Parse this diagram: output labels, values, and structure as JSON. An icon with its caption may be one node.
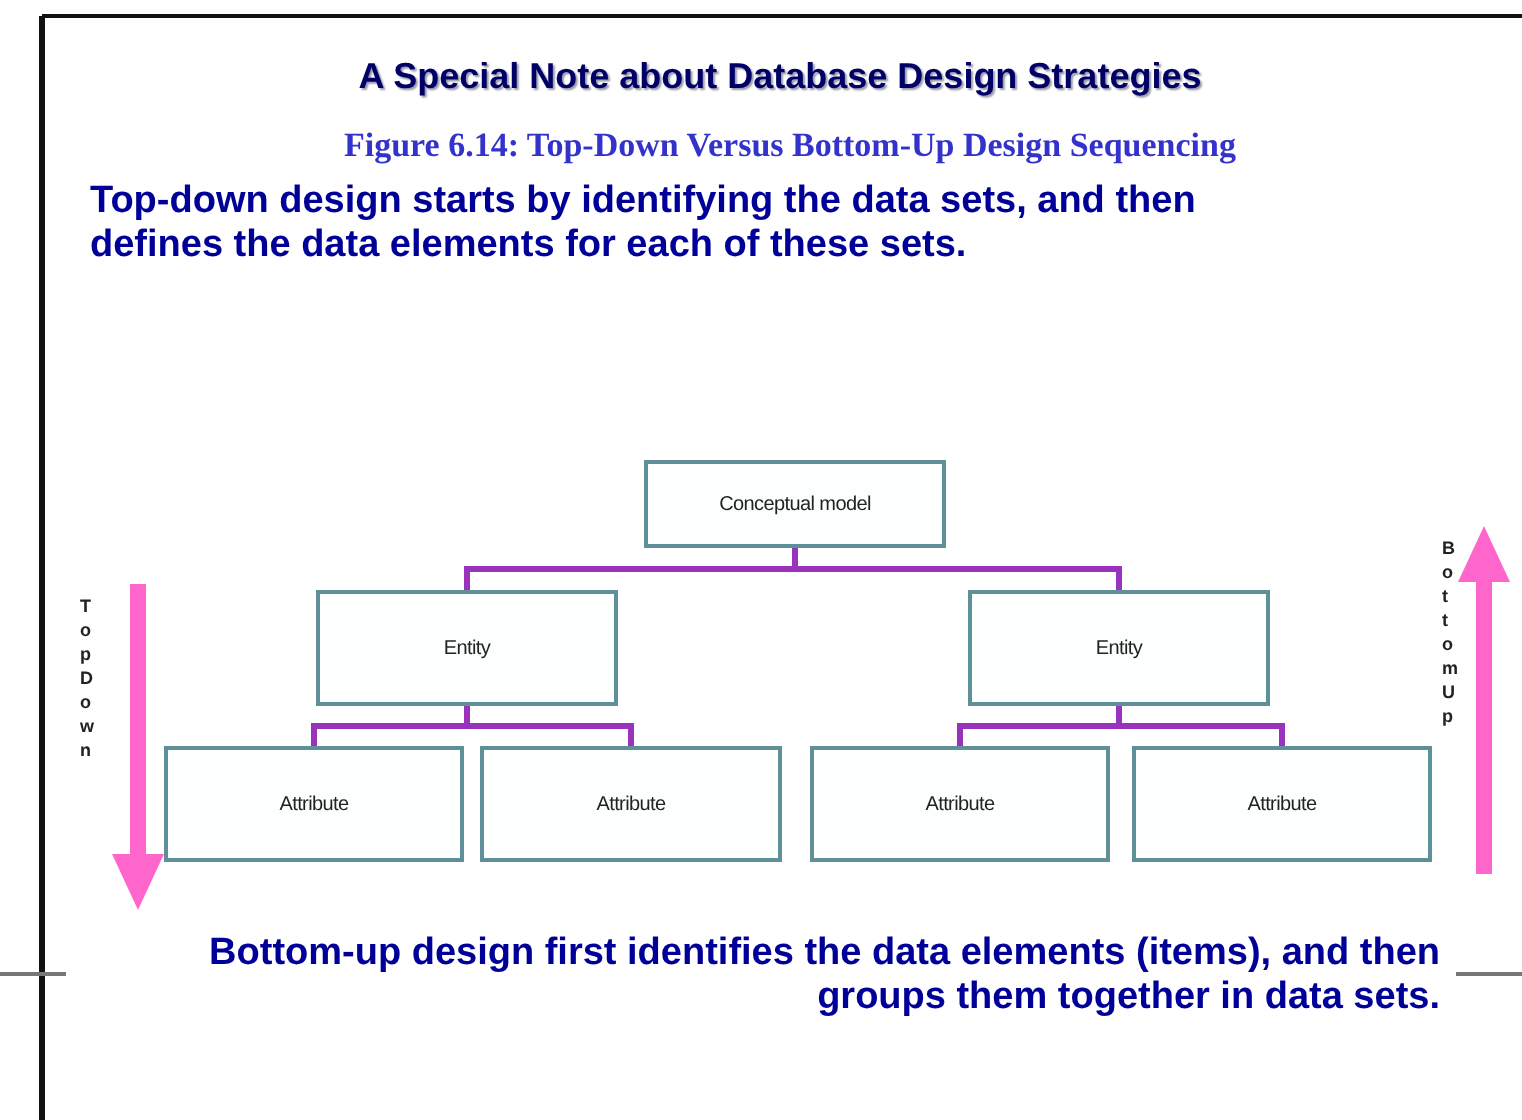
{
  "diagram": {
    "title": "A Special Note about Database Design Strategies",
    "caption": "Figure 6.14: Top-Down Versus Bottom-Up Design Sequencing",
    "nodes": [
      {
        "text": [
          "Conceptual model"
        ]
      },
      {
        "text": [
          "Entity"
        ]
      },
      {
        "text": [
          "Entity"
        ]
      },
      {
        "text": [
          "Attribute"
        ]
      },
      {
        "text": [
          "Attribute"
        ]
      },
      {
        "text": [
          "Attribute"
        ]
      },
      {
        "text": [
          "Attribute"
        ]
      }
    ],
    "edges": [
      {
        "from": 0,
        "to": 1,
        "arrow": "none"
      },
      {
        "from": 0,
        "to": 2,
        "arrow": "none"
      },
      {
        "from": 1,
        "to": 3,
        "arrow": "none"
      },
      {
        "from": 1,
        "to": 4,
        "arrow": "none"
      },
      {
        "from": 2,
        "to": 5,
        "arrow": "none"
      },
      {
        "from": 2,
        "to": 6,
        "arrow": "none"
      }
    ],
    "labels": [
      "**Top-down design** starts by identifying the data sets, and then defines the data elements for each of these sets.",
      "Top Down",
      "Bottom Up",
      "**Bottom-up design** first identifies the data elements (items), and then groups them together in data sets."
    ]
  }
}
